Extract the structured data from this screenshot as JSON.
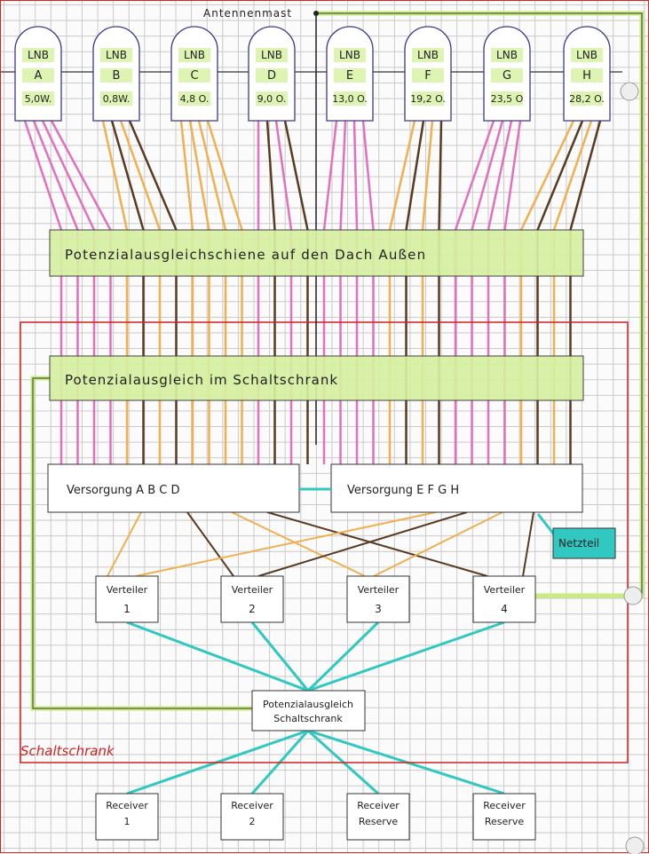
{
  "diagram": {
    "mast_label": "Antennenmast",
    "lnbs": [
      {
        "title": "LNB",
        "id": "A",
        "position": "5,0W."
      },
      {
        "title": "LNB",
        "id": "B",
        "position": "0,8W."
      },
      {
        "title": "LNB",
        "id": "C",
        "position": "4,8 O."
      },
      {
        "title": "LNB",
        "id": "D",
        "position": "9,0 O."
      },
      {
        "title": "LNB",
        "id": "E",
        "position": "13,0 O."
      },
      {
        "title": "LNB",
        "id": "F",
        "position": "19,2 O."
      },
      {
        "title": "LNB",
        "id": "G",
        "position": "23,5 O"
      },
      {
        "title": "LNB",
        "id": "H",
        "position": "28,2 O."
      }
    ],
    "roof_bar": "Potenzialausgleichschiene auf den Dach Außen",
    "cabinet_bar": "Potenzialausgleich im Schaltschrank",
    "supply_left": "Versorgung A B C D",
    "supply_right": "Versorgung E F G H",
    "power_supply": "Netzteil",
    "distributors": [
      {
        "label": "Verteiler",
        "num": "1"
      },
      {
        "label": "Verteiler",
        "num": "2"
      },
      {
        "label": "Verteiler",
        "num": "3"
      },
      {
        "label": "Verteiler",
        "num": "4"
      }
    ],
    "ground_box": {
      "line1": "Potenzialausgleich",
      "line2": "Schaltschrank"
    },
    "cabinet_label": "Schaltschrank",
    "receivers": [
      {
        "label": "Receiver",
        "num": "1"
      },
      {
        "label": "Receiver",
        "num": "2"
      },
      {
        "label": "Receiver",
        "num": "Reserve"
      },
      {
        "label": "Receiver",
        "num": "Reserve"
      }
    ],
    "colors": {
      "pink": "#e070c0",
      "orange": "#f0b050",
      "brown": "#5a3a20",
      "green": "#c8ec80",
      "teal": "#30c8c0",
      "red": "#cc2222",
      "blue": "#3a3a8a"
    }
  }
}
